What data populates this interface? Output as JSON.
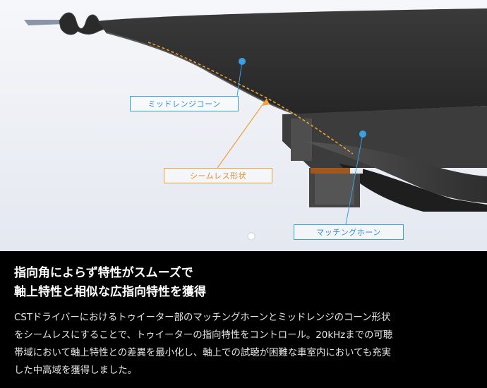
{
  "labels": {
    "midrange_cone": "ミッドレンジコーン",
    "seamless_shape": "シームレス形状",
    "matching_horn": "マッチングホーン"
  },
  "headline": {
    "line1": "指向角によらず特性がスムーズで",
    "line2": "軸上特性と相似な広指向特性を獲得"
  },
  "body": {
    "line1": "CSTドライバーにおけるトゥイーター部のマッチングホーンとミッドレンジのコーン形状",
    "line2": "をシームレスにすることで、トゥイーターの指向特性をコントロール。20kHzまでの可聴",
    "line3": "帯域において軸上特性との差異を最小化し、軸上での試聴が困難な車室内においても充実",
    "line4": "した中高域を獲得しました。"
  },
  "colors": {
    "accent_blue": "#3aa0e0",
    "accent_orange": "#f0a040",
    "background_top": "#f4f6fa",
    "text_panel": "#000000"
  }
}
